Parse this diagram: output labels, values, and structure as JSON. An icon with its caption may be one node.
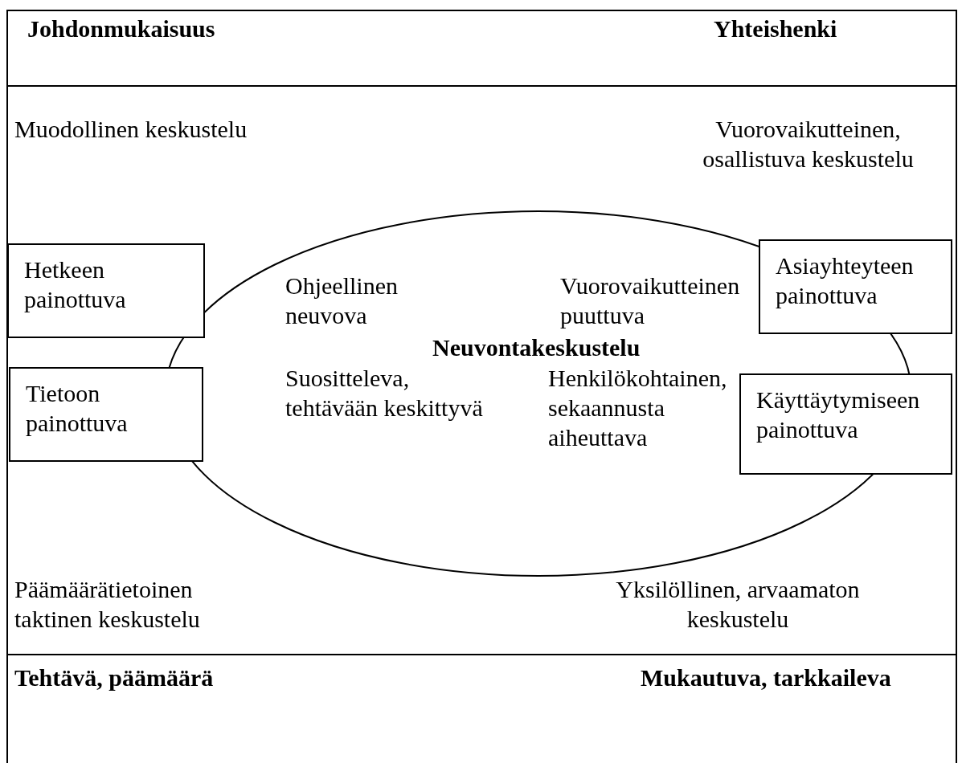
{
  "diagram": {
    "nodes": [
      {
        "text": [
          "Ohjeellinen neuvova",
          "Vuorovaikutteinen puuttuva",
          "Neuvontakeskustelu",
          "Suositteleva, tehtävään keskittyvä",
          "Henkilökohtainen, sekaannusta aiheuttava"
        ]
      },
      {
        "text": [
          "Hetkeen painottuva"
        ]
      },
      {
        "text": [
          "Tietoon painottuva"
        ]
      },
      {
        "text": [
          "Asiayhteyteen painottuva"
        ]
      },
      {
        "text": [
          "Käyttäytymiseen painottuva"
        ]
      }
    ],
    "labels": [
      "Johdonmukaisuus",
      "Yhteishenki",
      "Muodollinen keskustelu",
      "Vuorovaikutteinen, osallistuva keskustelu",
      "Päämäärätietoinen taktinen keskustelu",
      "Yksilöllinen, arvaamaton keskustelu",
      "Tehtävä, päämäärä",
      "Mukautuva, tarkkaileva"
    ]
  }
}
